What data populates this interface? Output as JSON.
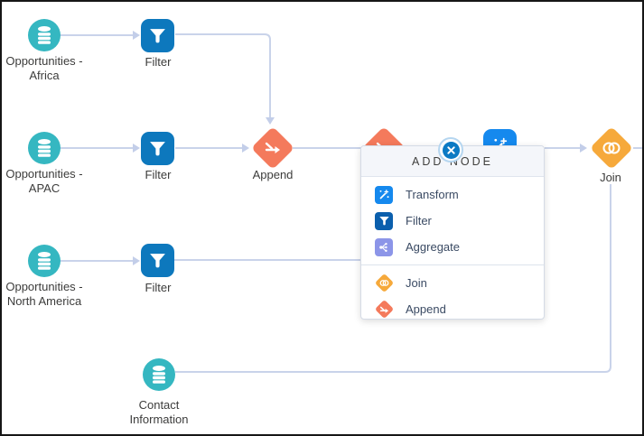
{
  "nodes": {
    "source_africa": {
      "type": "dataset",
      "icon": "database-icon",
      "lines": [
        "Opportunities -",
        "Africa"
      ]
    },
    "filter_africa": {
      "type": "filter",
      "icon": "filter-icon",
      "lines": [
        "Filter"
      ]
    },
    "source_apac": {
      "type": "dataset",
      "icon": "database-icon",
      "lines": [
        "Opportunities -",
        "APAC"
      ]
    },
    "filter_apac": {
      "type": "filter",
      "icon": "filter-icon",
      "lines": [
        "Filter"
      ]
    },
    "append_1": {
      "type": "append",
      "icon": "append-icon",
      "lines": [
        "Append"
      ]
    },
    "source_na": {
      "type": "dataset",
      "icon": "database-icon",
      "lines": [
        "Opportunities -",
        "North America"
      ]
    },
    "filter_na": {
      "type": "filter",
      "icon": "filter-icon",
      "lines": [
        "Filter"
      ]
    },
    "source_contact": {
      "type": "dataset",
      "icon": "database-icon",
      "lines": [
        "Contact",
        "Information"
      ]
    },
    "join_1": {
      "type": "join",
      "icon": "join-icon",
      "lines": [
        "Join"
      ]
    },
    "append_2": {
      "type": "append",
      "icon": "append-icon",
      "lines": []
    },
    "transform_1": {
      "type": "transform",
      "icon": "transform-icon",
      "lines": []
    }
  },
  "popup": {
    "title": "ADD NODE",
    "close_icon": "x-circle-icon",
    "items": [
      {
        "label": "Transform",
        "icon": "transform-icon",
        "color": "#1589ee"
      },
      {
        "label": "Filter",
        "icon": "filter-icon",
        "color": "#0b5fad"
      },
      {
        "label": "Aggregate",
        "icon": "aggregate-icon",
        "color": "#8c95e8"
      },
      {
        "label": "Join",
        "icon": "join-icon",
        "color": "#f6a93b"
      },
      {
        "label": "Append",
        "icon": "append-icon",
        "color": "#f47a5c"
      }
    ]
  },
  "colors": {
    "dataset_teal": "#35b7c1",
    "filter_blue": "#0d78bd",
    "transform_blue": "#1589ee",
    "aggregate_purple": "#8c95e8",
    "join_amber": "#f6a93b",
    "append_orange": "#f47a5c",
    "close_button_blue": "#0b7ac4",
    "connector_line": "#c9d3ea",
    "popup_header_bg": "#f4f6fa",
    "label_text": "#3c3c3b"
  }
}
